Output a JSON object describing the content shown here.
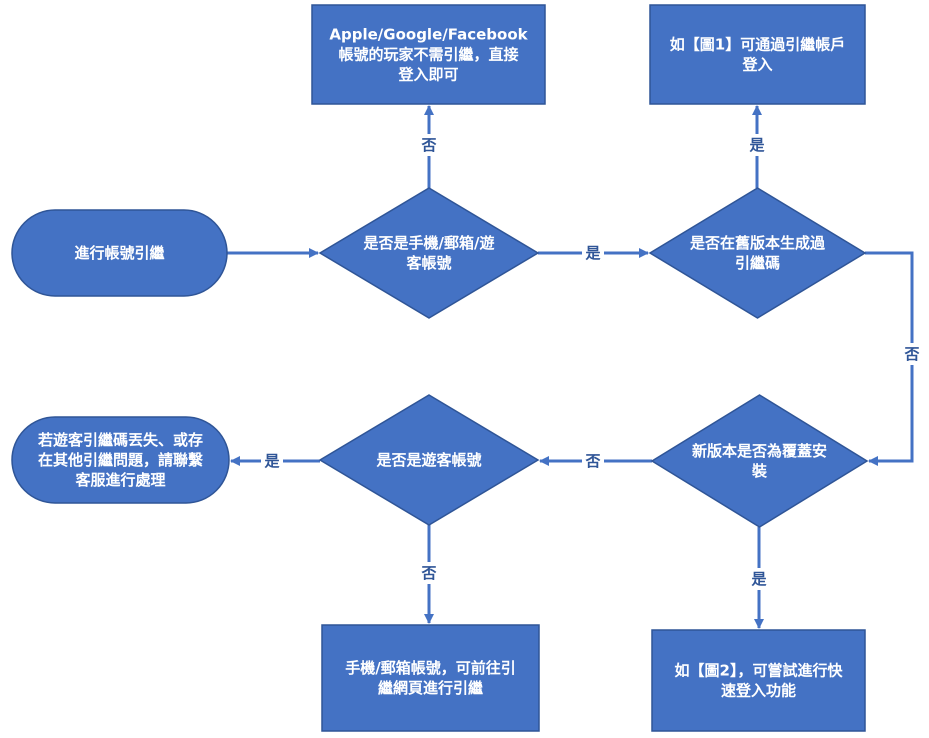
{
  "colors": {
    "node_fill": "#4472c4",
    "node_stroke": "#2f5597",
    "node_text": "#ffffff",
    "edge": "#4472c4",
    "label_text": "#2f5597"
  },
  "nodes": {
    "start": {
      "shape": "terminator",
      "lines": [
        "進行帳號引繼"
      ]
    },
    "q_phone_email_guest": {
      "shape": "decision",
      "lines": [
        "是否是手機/郵箱/遊",
        "客帳號"
      ]
    },
    "q_old_version_code": {
      "shape": "decision",
      "lines": [
        "是否在舊版本生成過",
        "引繼碼"
      ]
    },
    "r_social_direct": {
      "shape": "process",
      "lines": [
        "Apple/Google/Facebook",
        "帳號的玩家不需引繼，直接",
        "登入即可"
      ]
    },
    "r_fig1": {
      "shape": "process",
      "lines": [
        "如【圖1】可通過引繼帳戶",
        "登入"
      ]
    },
    "q_overwrite_install": {
      "shape": "decision",
      "lines": [
        "新版本是否為覆蓋安",
        "裝"
      ]
    },
    "q_guest": {
      "shape": "decision",
      "lines": [
        "是否是遊客帳號"
      ]
    },
    "r_contact_support": {
      "shape": "terminator",
      "lines": [
        "若遊客引繼碼丟失、或存",
        "在其他引繼問題，請聯繫",
        "客服進行處理"
      ]
    },
    "r_phone_email_page": {
      "shape": "process",
      "lines": [
        "手機/郵箱帳號，可前往引",
        "繼網頁進行引繼"
      ]
    },
    "r_fig2": {
      "shape": "process",
      "lines": [
        "如【圖2】，可嘗試進行快",
        "速登入功能"
      ]
    }
  },
  "edges": [
    {
      "from": "start",
      "to": "q_phone_email_guest",
      "label": ""
    },
    {
      "from": "q_phone_email_guest",
      "to": "r_social_direct",
      "label": "否"
    },
    {
      "from": "q_phone_email_guest",
      "to": "q_old_version_code",
      "label": "是"
    },
    {
      "from": "q_old_version_code",
      "to": "r_fig1",
      "label": "是"
    },
    {
      "from": "q_old_version_code",
      "to": "q_overwrite_install",
      "label": "否"
    },
    {
      "from": "q_overwrite_install",
      "to": "q_guest",
      "label": "否"
    },
    {
      "from": "q_overwrite_install",
      "to": "r_fig2",
      "label": "是"
    },
    {
      "from": "q_guest",
      "to": "r_contact_support",
      "label": "是"
    },
    {
      "from": "q_guest",
      "to": "r_phone_email_page",
      "label": "否"
    }
  ]
}
